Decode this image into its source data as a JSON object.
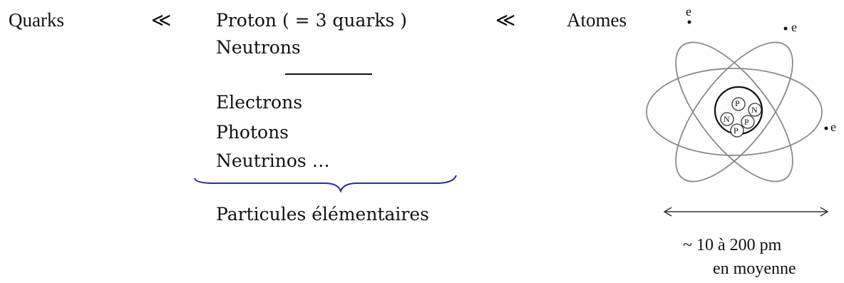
{
  "left": {
    "quarks": "Quarks",
    "ll1": "≪",
    "ll2": "≪",
    "atomes": "Atomes"
  },
  "middle": {
    "proton": "Proton ( = 3 quarks )",
    "neutrons": "Neutrons",
    "electrons": "Electrons",
    "photons": "Photons",
    "neutrinos": "Neutrinos …",
    "particules": "Particules élémentaires"
  },
  "atom": {
    "electron_label": "e",
    "proton_label": "P",
    "neutron_label": "N",
    "size_text": "~ 10 à 200 pm",
    "moyenne": "en moyenne"
  },
  "colors": {
    "brace": "#2a2a9e",
    "ink": "#111111",
    "orbit": "#8a8a8a"
  }
}
